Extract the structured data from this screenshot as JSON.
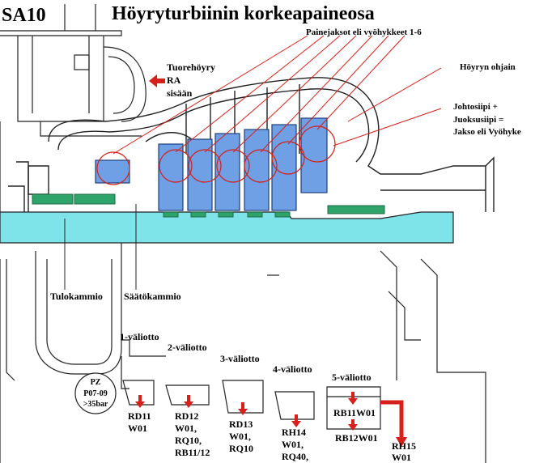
{
  "header": {
    "code": "SA10",
    "title": "Höyryturbiinin korkeapaineosa"
  },
  "colors": {
    "steam_blue": "#6f9fe4",
    "shaft_cyan": "#7fe3ea",
    "seal_green": "#2ea36a",
    "arrow_red": "#d5201b",
    "callout_red": "#d5201b"
  },
  "callouts": {
    "stages": "Painejaksot eli vyöhykkeet 1-6",
    "guide": "Höyryn ohjain",
    "stage_def_line1": "Johtosiipi +",
    "stage_def_line2": "Juoksusiipi =",
    "stage_def_line3": "Jakso eli Vyöhyke"
  },
  "steam_inlet": {
    "line1": "Tuorehöyry",
    "line2": "RA",
    "line3": "sisään"
  },
  "chambers": {
    "inlet_chamber": "Tulokammio",
    "control_chamber": "Säätökammio"
  },
  "pressure_gauge": {
    "line1": "PZ",
    "line2": "P07-09",
    "line3": ">35bar"
  },
  "extractions": [
    {
      "title": "1-väliotto",
      "codes": [
        "RD11",
        "W01"
      ]
    },
    {
      "title": "2-väliotto",
      "codes": [
        "RD12",
        "W01,",
        "RQ10,",
        "RB11/12"
      ]
    },
    {
      "title": "3-väliotto",
      "codes": [
        "RD13",
        "W01,",
        "RQ10"
      ]
    },
    {
      "title": "4-väliotto",
      "codes": [
        "RH14",
        "W01,",
        "RQ40,"
      ]
    },
    {
      "title": "5-väliotto",
      "codes": [
        "RB11W01",
        "RB12W01",
        "RH15",
        "W01"
      ]
    }
  ]
}
